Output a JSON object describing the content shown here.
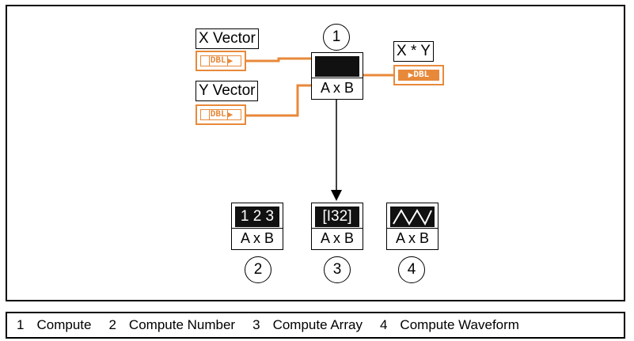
{
  "diagram": {
    "x_vector_label": "X Vector",
    "y_vector_label": "Y Vector",
    "output_label": "X * Y",
    "dbl_tag": "DBL",
    "main_node_label": "A x B",
    "number_node": {
      "header": "1 2 3",
      "label": "A x B"
    },
    "array_node": {
      "header": "[I32]",
      "label": "A x B"
    },
    "waveform_node": {
      "label": "A x B",
      "icon": "waveform-icon"
    },
    "callouts": [
      "1",
      "2",
      "3",
      "4"
    ],
    "wire_color": "#e8893a"
  },
  "legend": [
    {
      "num": "1",
      "label": "Compute"
    },
    {
      "num": "2",
      "label": "Compute Number"
    },
    {
      "num": "3",
      "label": "Compute Array"
    },
    {
      "num": "4",
      "label": "Compute Waveform"
    }
  ]
}
